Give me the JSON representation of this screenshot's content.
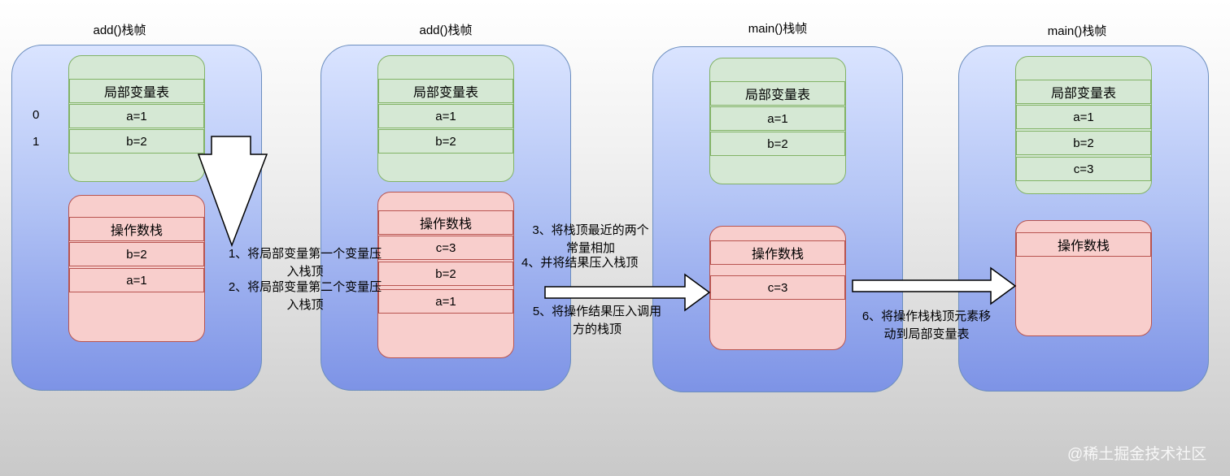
{
  "frames": [
    {
      "title": "add()栈帧",
      "lvt_header": "局部变量表",
      "lvt_rows": [
        "a=1",
        "b=2"
      ],
      "index_labels": [
        "0",
        "1"
      ],
      "ops_header": "操作数栈",
      "ops_rows": [
        "b=2",
        "a=1"
      ]
    },
    {
      "title": "add()栈帧",
      "lvt_header": "局部变量表",
      "lvt_rows": [
        "a=1",
        "b=2"
      ],
      "ops_header": "操作数栈",
      "ops_rows": [
        "c=3",
        "b=2",
        "a=1"
      ]
    },
    {
      "title": "main()栈帧",
      "lvt_header": "局部变量表",
      "lvt_rows": [
        "a=1",
        "b=2"
      ],
      "ops_header": "操作数栈",
      "ops_rows": [
        "c=3"
      ]
    },
    {
      "title": "main()栈帧",
      "lvt_header": "局部变量表",
      "lvt_rows": [
        "a=1",
        "b=2",
        "c=3"
      ],
      "ops_header": "操作数栈",
      "ops_rows": []
    }
  ],
  "steps": {
    "step1": [
      "1、将局部变量第一个变量压",
      "入栈顶"
    ],
    "step2": [
      "2、将局部变量第二个变量压",
      "入栈顶"
    ],
    "step3": [
      "3、将栈顶最近的两个",
      "常量相加"
    ],
    "step4": [
      "4、并将结果压入栈顶"
    ],
    "step5": [
      "5、将操作结果压入调用",
      "方的栈顶"
    ],
    "step6": [
      "6、将操作栈栈顶元素移",
      "动到局部变量表"
    ]
  },
  "watermark": "@稀土掘金技术社区",
  "colors": {
    "frame_border": "#6c8ebf",
    "lvt_fill": "#d5e8d4",
    "lvt_border": "#82b366",
    "ops_fill": "#f8cecc",
    "ops_border": "#b85450"
  }
}
